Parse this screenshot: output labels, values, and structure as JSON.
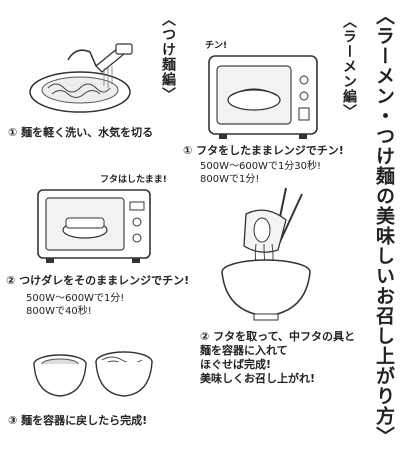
{
  "title": "〈ラーメン・つけ麺の美味しいお召し上がり方〉",
  "ramen": {
    "heading": "〈ラーメン編〉",
    "sfx": "チン!",
    "step1_title": "① フタをしたままレンジでチン!",
    "step1_note": "500W〜600Wで1分30秒!\n800Wで1分!",
    "step2_text": "② フタを取って、中フタの具と\n麺を容器に入れて\nほぐせば完成!\n美味しくお召し上がれ!"
  },
  "tsukemen": {
    "heading": "〈つけ麺編〉",
    "step1_text": "① 麺を軽く洗い、水気を切る",
    "sfx": "フタはしたまま!",
    "step2_title": "② つけダレをそのままレンジでチン!",
    "step2_note": "500W〜600Wで1分!\n800Wで40秒!",
    "step3_text": "③ 麺を容器に戻したら完成!"
  },
  "icons": {
    "noodle_wash": "colander-washing-noodles-illustration",
    "microwave_ramen": "microwave-with-bowl-illustration",
    "microwave_tare": "microwave-with-dish-illustration",
    "ramen_bowl": "ramen-bowl-chopsticks-illustration",
    "tsukemen_bowls": "two-bowls-illustration"
  }
}
